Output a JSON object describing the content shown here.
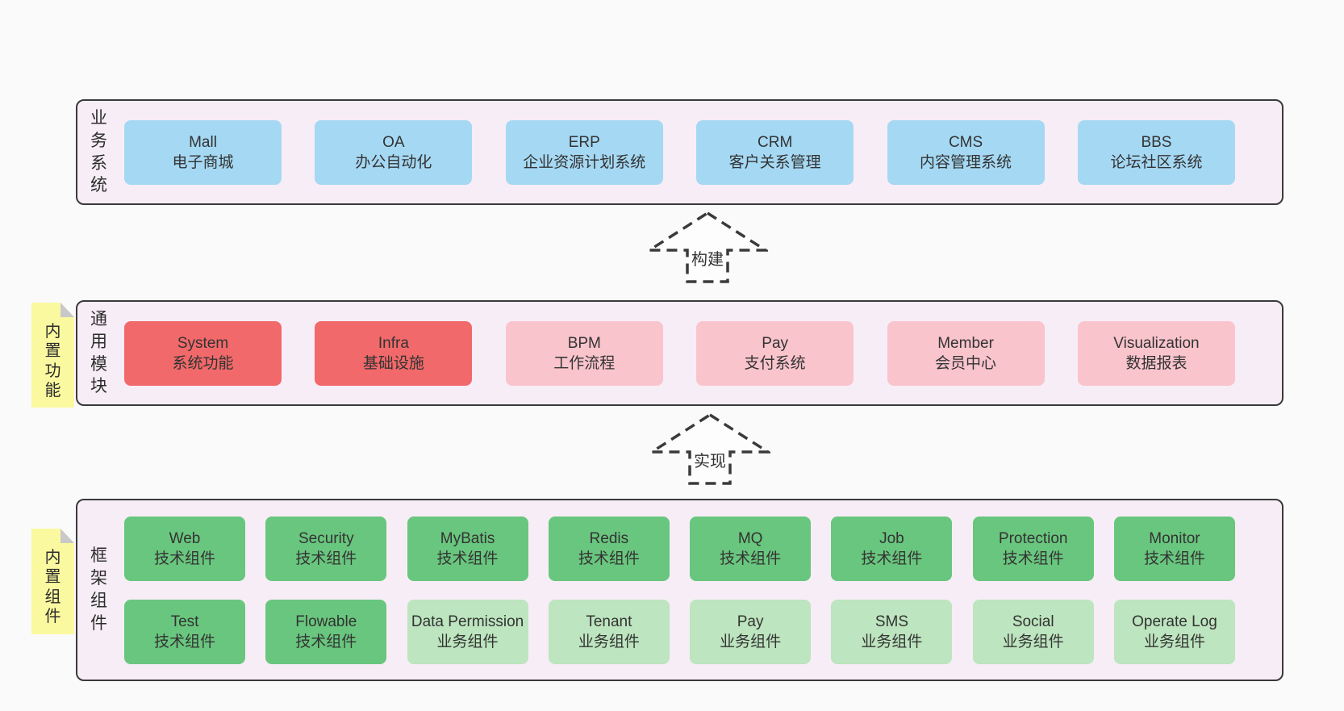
{
  "colors": {
    "page-bg": "#fafafa",
    "band-bg": "#f7edf6",
    "band-border": "#3a3a3a",
    "box-blue": "#a5d8f3",
    "box-red": "#f1696a",
    "box-pink": "#f9c4cc",
    "box-green": "#69c67e",
    "box-green-light": "#bde5bf",
    "sticky-yellow": "#fbf9a0",
    "fold-gray": "#c8c8c8",
    "text": "#333333"
  },
  "arrows": [
    {
      "label": "构建"
    },
    {
      "label": "实现"
    }
  ],
  "bands": [
    {
      "id": "business-systems",
      "label": "业务系统",
      "sticky": null,
      "rows": [
        [
          {
            "name": "Mall",
            "desc": "电子商城",
            "type": "blue"
          },
          {
            "name": "OA",
            "desc": "办公自动化",
            "type": "blue"
          },
          {
            "name": "ERP",
            "desc": "企业资源计划系统",
            "type": "blue"
          },
          {
            "name": "CRM",
            "desc": "客户关系管理",
            "type": "blue"
          },
          {
            "name": "CMS",
            "desc": "内容管理系统",
            "type": "blue"
          },
          {
            "name": "BBS",
            "desc": "论坛社区系统",
            "type": "blue"
          }
        ]
      ]
    },
    {
      "id": "common-modules",
      "label": "通用模块",
      "sticky": "内置功能",
      "rows": [
        [
          {
            "name": "System",
            "desc": "系统功能",
            "type": "red"
          },
          {
            "name": "Infra",
            "desc": "基础设施",
            "type": "red"
          },
          {
            "name": "BPM",
            "desc": "工作流程",
            "type": "pink"
          },
          {
            "name": "Pay",
            "desc": "支付系统",
            "type": "pink"
          },
          {
            "name": "Member",
            "desc": "会员中心",
            "type": "pink"
          },
          {
            "name": "Visualization",
            "desc": "数据报表",
            "type": "pink"
          }
        ]
      ]
    },
    {
      "id": "framework-components",
      "label": "框架组件",
      "sticky": "内置组件",
      "rows": [
        [
          {
            "name": "Web",
            "desc": "技术组件",
            "type": "green"
          },
          {
            "name": "Security",
            "desc": "技术组件",
            "type": "green"
          },
          {
            "name": "MyBatis",
            "desc": "技术组件",
            "type": "green"
          },
          {
            "name": "Redis",
            "desc": "技术组件",
            "type": "green"
          },
          {
            "name": "MQ",
            "desc": "技术组件",
            "type": "green"
          },
          {
            "name": "Job",
            "desc": "技术组件",
            "type": "green"
          },
          {
            "name": "Protection",
            "desc": "技术组件",
            "type": "green"
          },
          {
            "name": "Monitor",
            "desc": "技术组件",
            "type": "green"
          }
        ],
        [
          {
            "name": "Test",
            "desc": "技术组件",
            "type": "green"
          },
          {
            "name": "Flowable",
            "desc": "技术组件",
            "type": "green"
          },
          {
            "name": "Data Permission",
            "desc": "业务组件",
            "type": "green-light"
          },
          {
            "name": "Tenant",
            "desc": "业务组件",
            "type": "green-light"
          },
          {
            "name": "Pay",
            "desc": "业务组件",
            "type": "green-light"
          },
          {
            "name": "SMS",
            "desc": "业务组件",
            "type": "green-light"
          },
          {
            "name": "Social",
            "desc": "业务组件",
            "type": "green-light"
          },
          {
            "name": "Operate Log",
            "desc": "业务组件",
            "type": "green-light"
          }
        ]
      ]
    }
  ]
}
